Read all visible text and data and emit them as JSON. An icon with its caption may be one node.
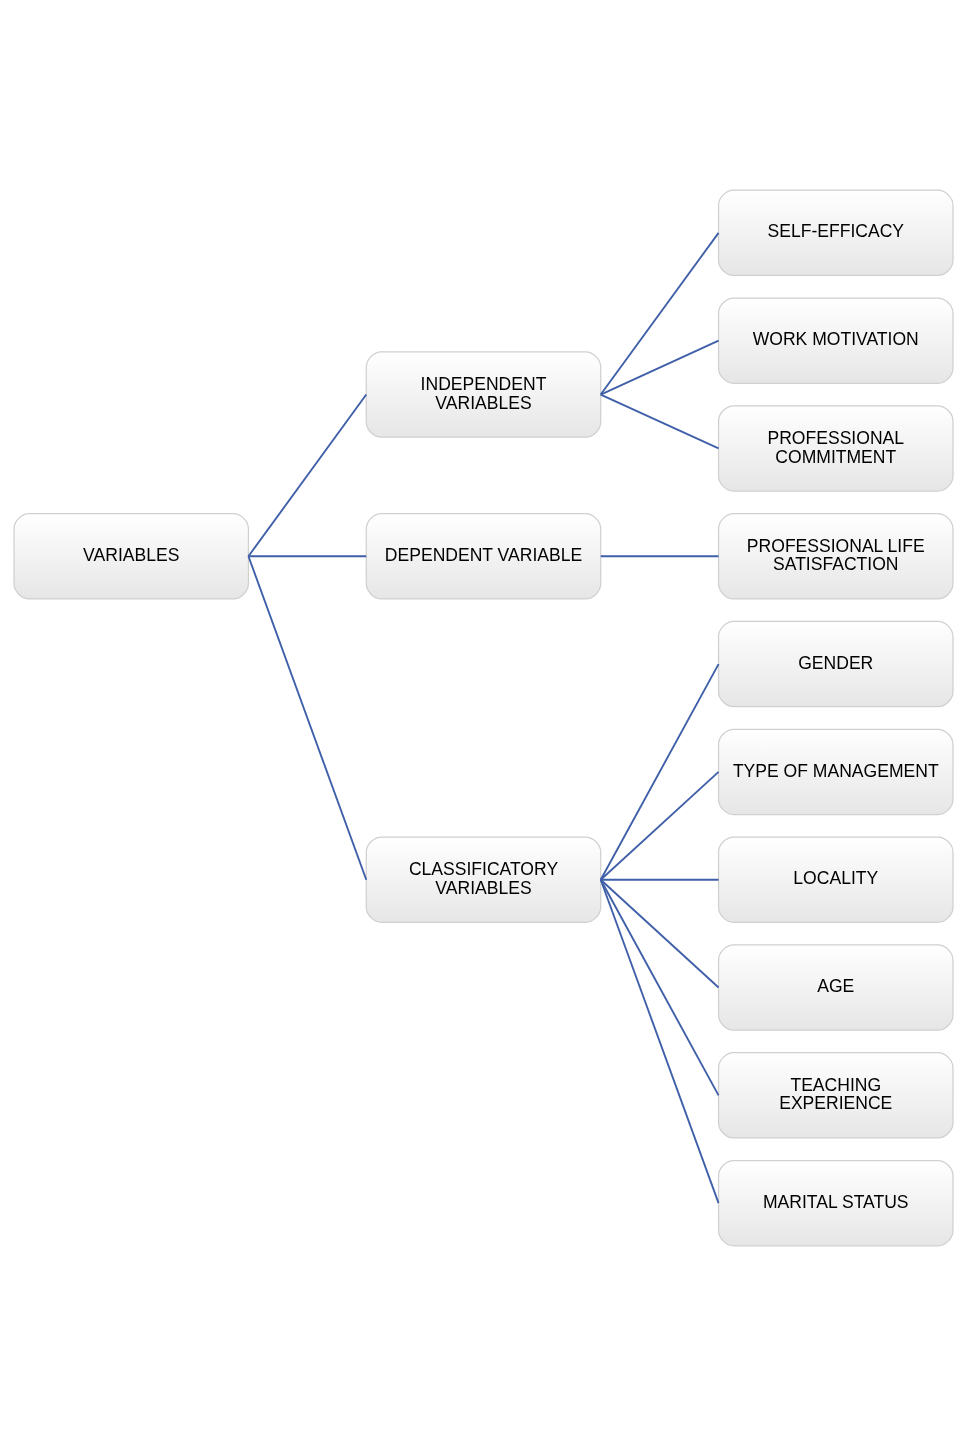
{
  "diagram": {
    "nodes": [
      {
        "text": [
          "VARIABLES"
        ]
      },
      {
        "text": [
          "INDEPENDENT VARIABLES"
        ]
      },
      {
        "text": [
          "DEPENDENT VARIABLE"
        ]
      },
      {
        "text": [
          "CLASSIFICATORY VARIABLES"
        ]
      },
      {
        "text": [
          "SELF-EFFICACY"
        ]
      },
      {
        "text": [
          "WORK MOTIVATION"
        ]
      },
      {
        "text": [
          "PROFESSIONAL COMMITMENT"
        ]
      },
      {
        "text": [
          "PROFESSIONAL LIFE SATISFACTION"
        ]
      },
      {
        "text": [
          "GENDER"
        ]
      },
      {
        "text": [
          "TYPE OF MANAGEMENT"
        ]
      },
      {
        "text": [
          "LOCALITY"
        ]
      },
      {
        "text": [
          "AGE"
        ]
      },
      {
        "text": [
          "TEACHING EXPERIENCE"
        ]
      },
      {
        "text": [
          "MARITAL STATUS"
        ]
      }
    ],
    "edges": [
      {
        "from": 0,
        "to": 1,
        "arrow": "none"
      },
      {
        "from": 0,
        "to": 2,
        "arrow": "none"
      },
      {
        "from": 0,
        "to": 3,
        "arrow": "none"
      },
      {
        "from": 1,
        "to": 4,
        "arrow": "none"
      },
      {
        "from": 1,
        "to": 5,
        "arrow": "none"
      },
      {
        "from": 1,
        "to": 6,
        "arrow": "none"
      },
      {
        "from": 2,
        "to": 7,
        "arrow": "none"
      },
      {
        "from": 3,
        "to": 8,
        "arrow": "none"
      },
      {
        "from": 3,
        "to": 9,
        "arrow": "none"
      },
      {
        "from": 3,
        "to": 10,
        "arrow": "none"
      },
      {
        "from": 3,
        "to": 11,
        "arrow": "none"
      },
      {
        "from": 3,
        "to": 12,
        "arrow": "none"
      },
      {
        "from": 3,
        "to": 13,
        "arrow": "none"
      }
    ]
  }
}
